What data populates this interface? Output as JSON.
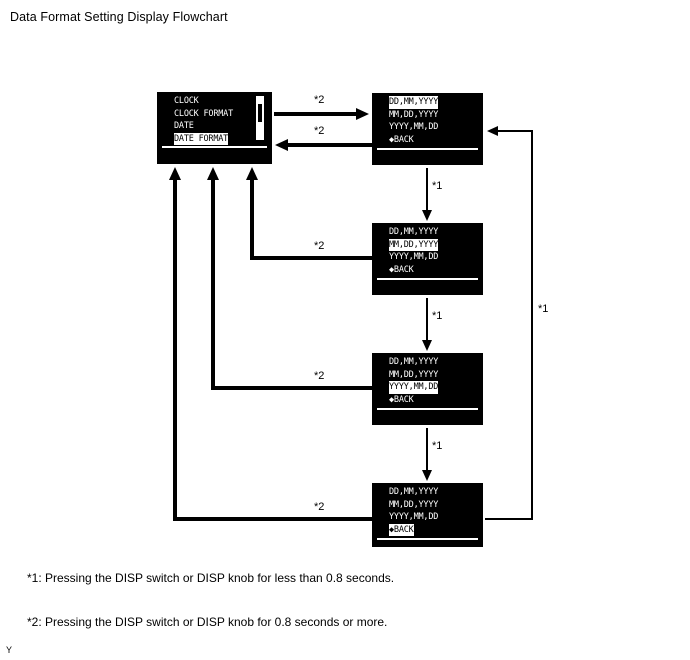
{
  "title": "Data Format Setting Display Flowchart",
  "screens": [
    {
      "id": "menu-screen",
      "lines": [
        {
          "text": "CLOCK",
          "selected": false
        },
        {
          "text": "CLOCK FORMAT",
          "selected": false
        },
        {
          "text": "DATE",
          "selected": false
        },
        {
          "text": "DATE FORMAT",
          "selected": true
        }
      ],
      "has_scrollbar": true
    },
    {
      "id": "date-format-screen-1",
      "lines": [
        {
          "text": "DD,MM,YYYY",
          "selected": true
        },
        {
          "text": "MM,DD,YYYY",
          "selected": false
        },
        {
          "text": "YYYY,MM,DD",
          "selected": false
        },
        {
          "text": "◆BACK",
          "selected": false
        }
      ],
      "has_scrollbar": false
    },
    {
      "id": "date-format-screen-2",
      "lines": [
        {
          "text": "DD,MM,YYYY",
          "selected": false
        },
        {
          "text": "MM,DD,YYYY",
          "selected": true
        },
        {
          "text": "YYYY,MM,DD",
          "selected": false
        },
        {
          "text": "◆BACK",
          "selected": false
        }
      ],
      "has_scrollbar": false
    },
    {
      "id": "date-format-screen-3",
      "lines": [
        {
          "text": "DD,MM,YYYY",
          "selected": false
        },
        {
          "text": "MM,DD,YYYY",
          "selected": false
        },
        {
          "text": "YYYY,MM,DD",
          "selected": true
        },
        {
          "text": "◆BACK",
          "selected": false
        }
      ],
      "has_scrollbar": false
    },
    {
      "id": "date-format-screen-4",
      "lines": [
        {
          "text": "DD,MM,YYYY",
          "selected": false
        },
        {
          "text": "MM,DD,YYYY",
          "selected": false
        },
        {
          "text": "YYYY,MM,DD",
          "selected": false
        },
        {
          "text": "◆BACK",
          "selected": true
        }
      ],
      "has_scrollbar": false
    }
  ],
  "connector_labels": {
    "menu_to_format": "*2",
    "format_to_menu": "*2",
    "step_1_2": "*1",
    "step_2_3": "*1",
    "step_3_4": "*1",
    "return_long": "*1",
    "back_from_2": "*2",
    "back_from_3": "*2",
    "back_from_4": "*2"
  },
  "footnotes": [
    "*1: Pressing the DISP switch or DISP knob for less than 0.8 seconds.",
    "*2: Pressing the DISP switch or DISP knob for 0.8 seconds or more."
  ],
  "corner_mark": "Y"
}
